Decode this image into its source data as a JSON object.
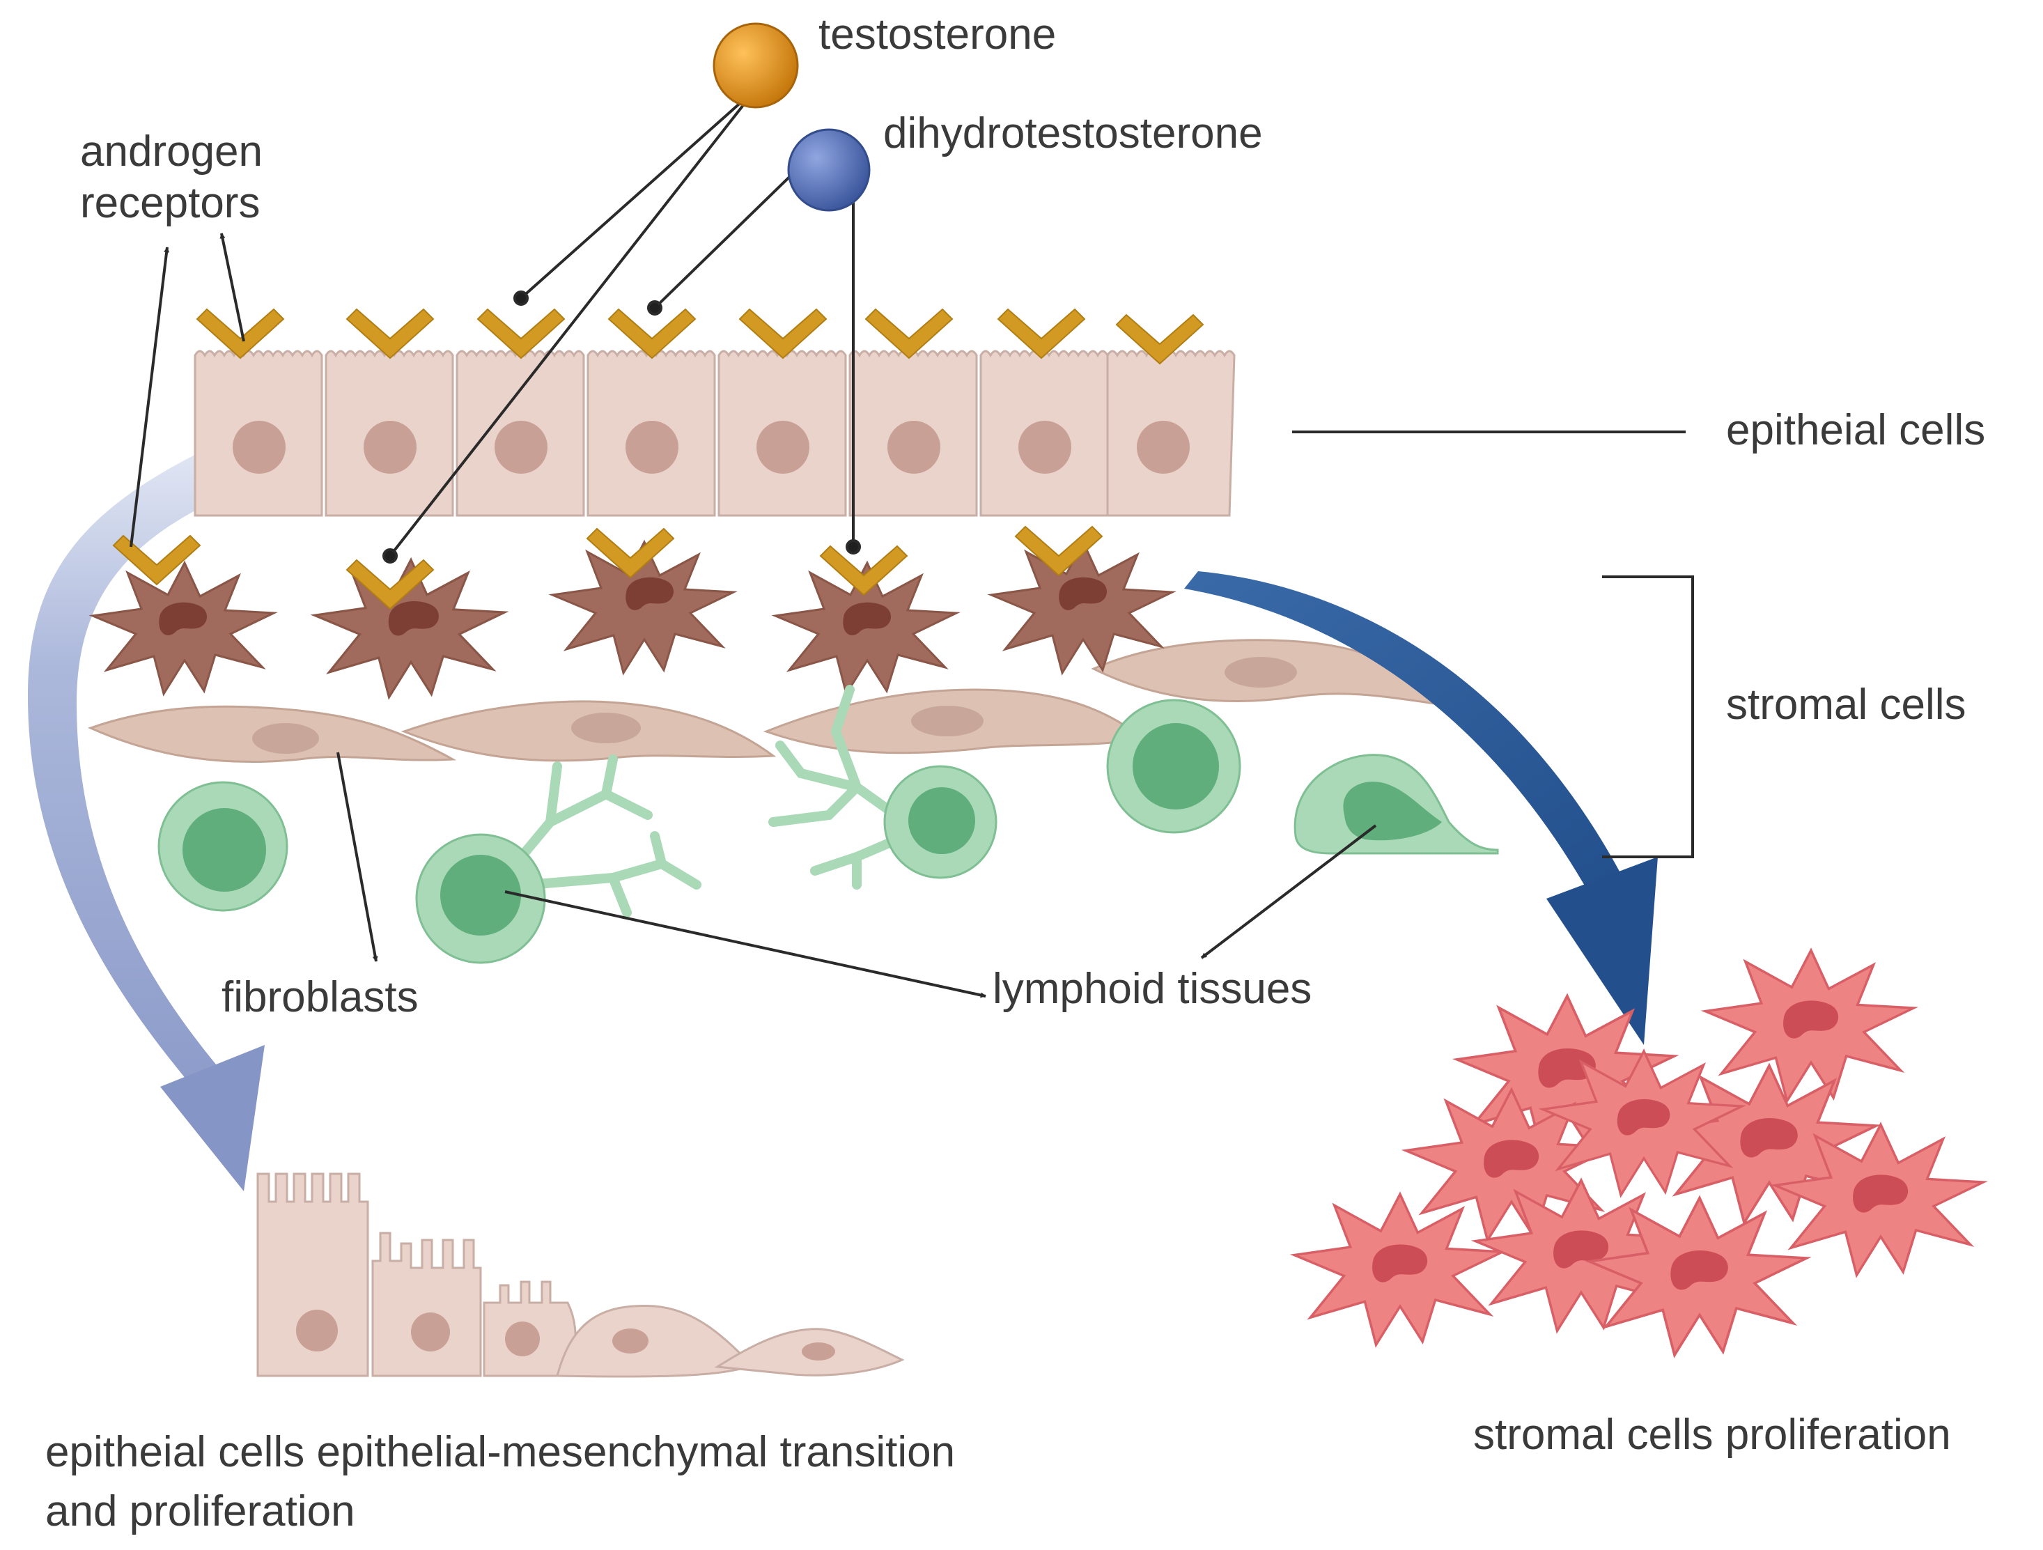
{
  "labels": {
    "testosterone": "testosterone",
    "dihydrotestosterone": "dihydrotestosterone",
    "androgen_receptors_line1": "androgen",
    "androgen_receptors_line2": "receptors",
    "epithelial_cells": "epitheial cells",
    "stromal_cells": "stromal cells",
    "fibroblasts": "fibroblasts",
    "lymphoid_tissues": "lymphoid tissues",
    "emt_line1": "epitheial cells epithelial-mesenchymal transition",
    "emt_line2": "and proliferation",
    "stromal_proliferation": "stromal cells proliferation"
  },
  "colors": {
    "testosterone": "#d4860b",
    "dihydrotestosterone": "#4a66b0",
    "receptor": "#d29a22",
    "epithelial_cell": "#ead3cb",
    "epithelial_nucleus": "#c9a096",
    "stromal_cell": "#a06a5c",
    "stromal_nucleus": "#7d3f33",
    "fibroblast": "#ddc2b4",
    "lymphoid": "#a9d9b6",
    "lymphoid_nucleus": "#5fae7c",
    "proliferating_cell": "#ee8383",
    "proliferating_nucleus": "#cc4d55",
    "emt_arrow": "#8c9ccb",
    "stromal_arrow": "#2b5a97"
  }
}
